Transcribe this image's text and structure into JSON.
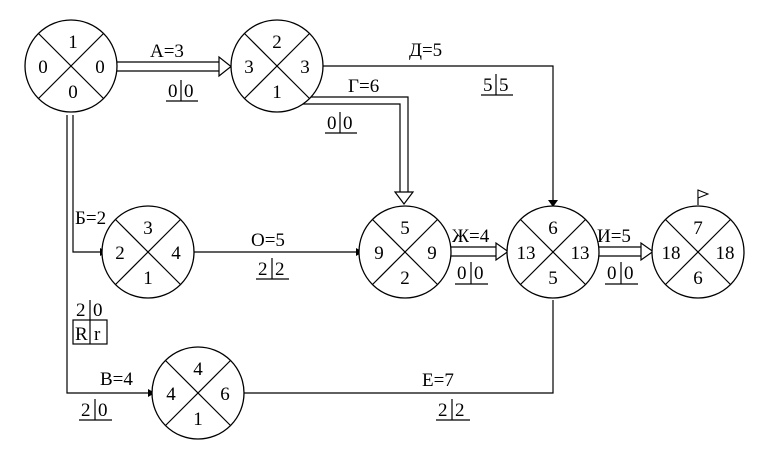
{
  "nodes": [
    {
      "top": "1",
      "left": "0",
      "right": "0",
      "bottom": "0"
    },
    {
      "top": "2",
      "left": "3",
      "right": "3",
      "bottom": "1"
    },
    {
      "top": "3",
      "left": "2",
      "right": "4",
      "bottom": "1"
    },
    {
      "top": "4",
      "left": "4",
      "right": "6",
      "bottom": "1"
    },
    {
      "top": "5",
      "left": "9",
      "right": "9",
      "bottom": "2"
    },
    {
      "top": "6",
      "left": "13",
      "right": "13",
      "bottom": "5"
    },
    {
      "top": "7",
      "left": "18",
      "right": "18",
      "bottom": "6"
    }
  ],
  "activities": [
    {
      "label": "А=3",
      "reserve": [
        "0",
        "0"
      ]
    },
    {
      "label": "Д=5",
      "reserve": [
        "5",
        "5"
      ]
    },
    {
      "label": "Г=6",
      "reserve": [
        "0",
        "0"
      ]
    },
    {
      "label": "Б=2",
      "reserve": [
        "2",
        "0"
      ],
      "extra": [
        "R",
        "r"
      ]
    },
    {
      "label": "О=5",
      "reserve": [
        "2",
        "2"
      ]
    },
    {
      "label": "Ж=4",
      "reserve": [
        "0",
        "0"
      ]
    },
    {
      "label": "И=5",
      "reserve": [
        "0",
        "0"
      ]
    },
    {
      "label": "В=4",
      "reserve": [
        "2",
        "0"
      ]
    },
    {
      "label": "Е=7",
      "reserve": [
        "2",
        "2"
      ]
    }
  ]
}
